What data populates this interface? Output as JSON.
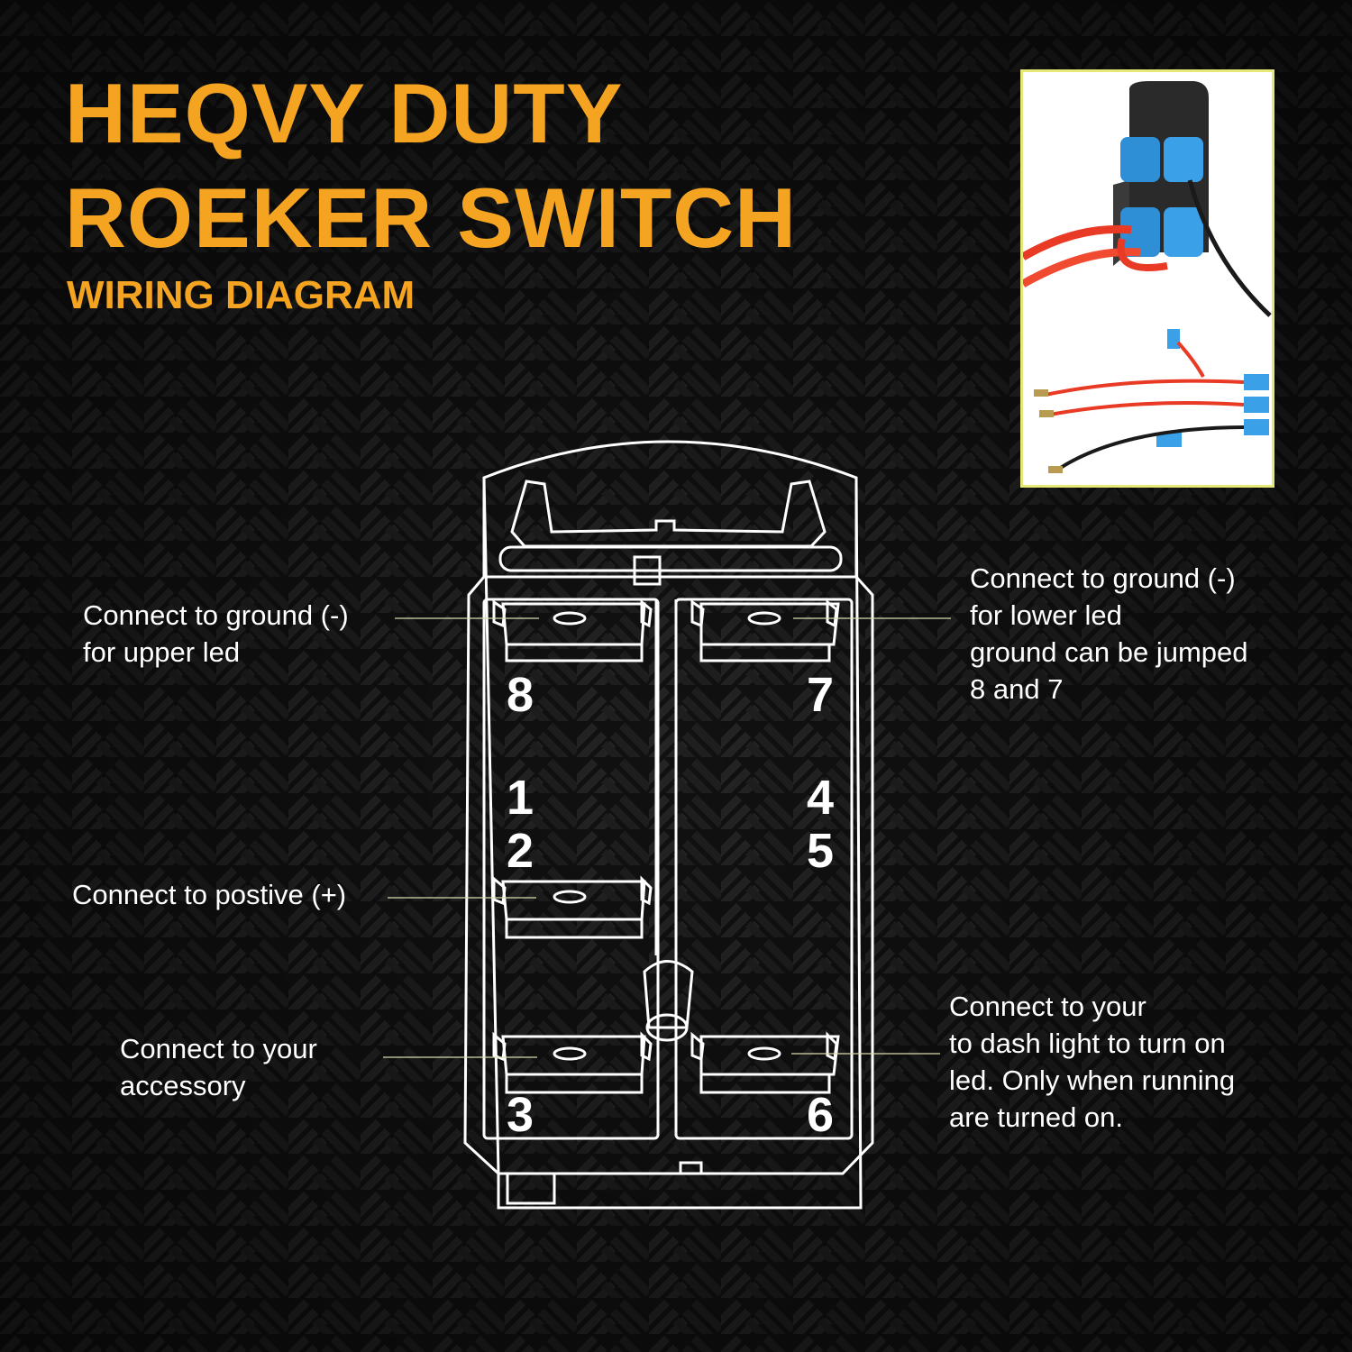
{
  "title": "HEQVY DUTY ROEKER SWITCH",
  "subtitle": "WIRING DIAGRAM",
  "colors": {
    "accent": "#f4a420",
    "text": "#ffffff",
    "background": "#0e0e0e",
    "leader": "#d9d9b0"
  },
  "photo": {
    "description_icon": "switch-wiring-photo-icon"
  },
  "pins": {
    "p8": "8",
    "p7": "7",
    "p1": "1",
    "p4": "4",
    "p2": "2",
    "p5": "5",
    "p3": "3",
    "p6": "6"
  },
  "notes": {
    "upper_led": {
      "line1": "Connect to ground (-)",
      "line2": "for upper led"
    },
    "lower_led": {
      "line1": "Connect to ground (-)",
      "line2": "for lower led",
      "line3": "ground can be jumped",
      "line4": "8 and 7"
    },
    "positive": {
      "line1": "Connect to postive (+)"
    },
    "accessory": {
      "line1": "Connect to your",
      "line2": "accessory"
    },
    "dash_light": {
      "line1": "Connect to your",
      "line2": "to dash light to turn on",
      "line3": "led. Only when running",
      "line4": "are turned on."
    }
  }
}
